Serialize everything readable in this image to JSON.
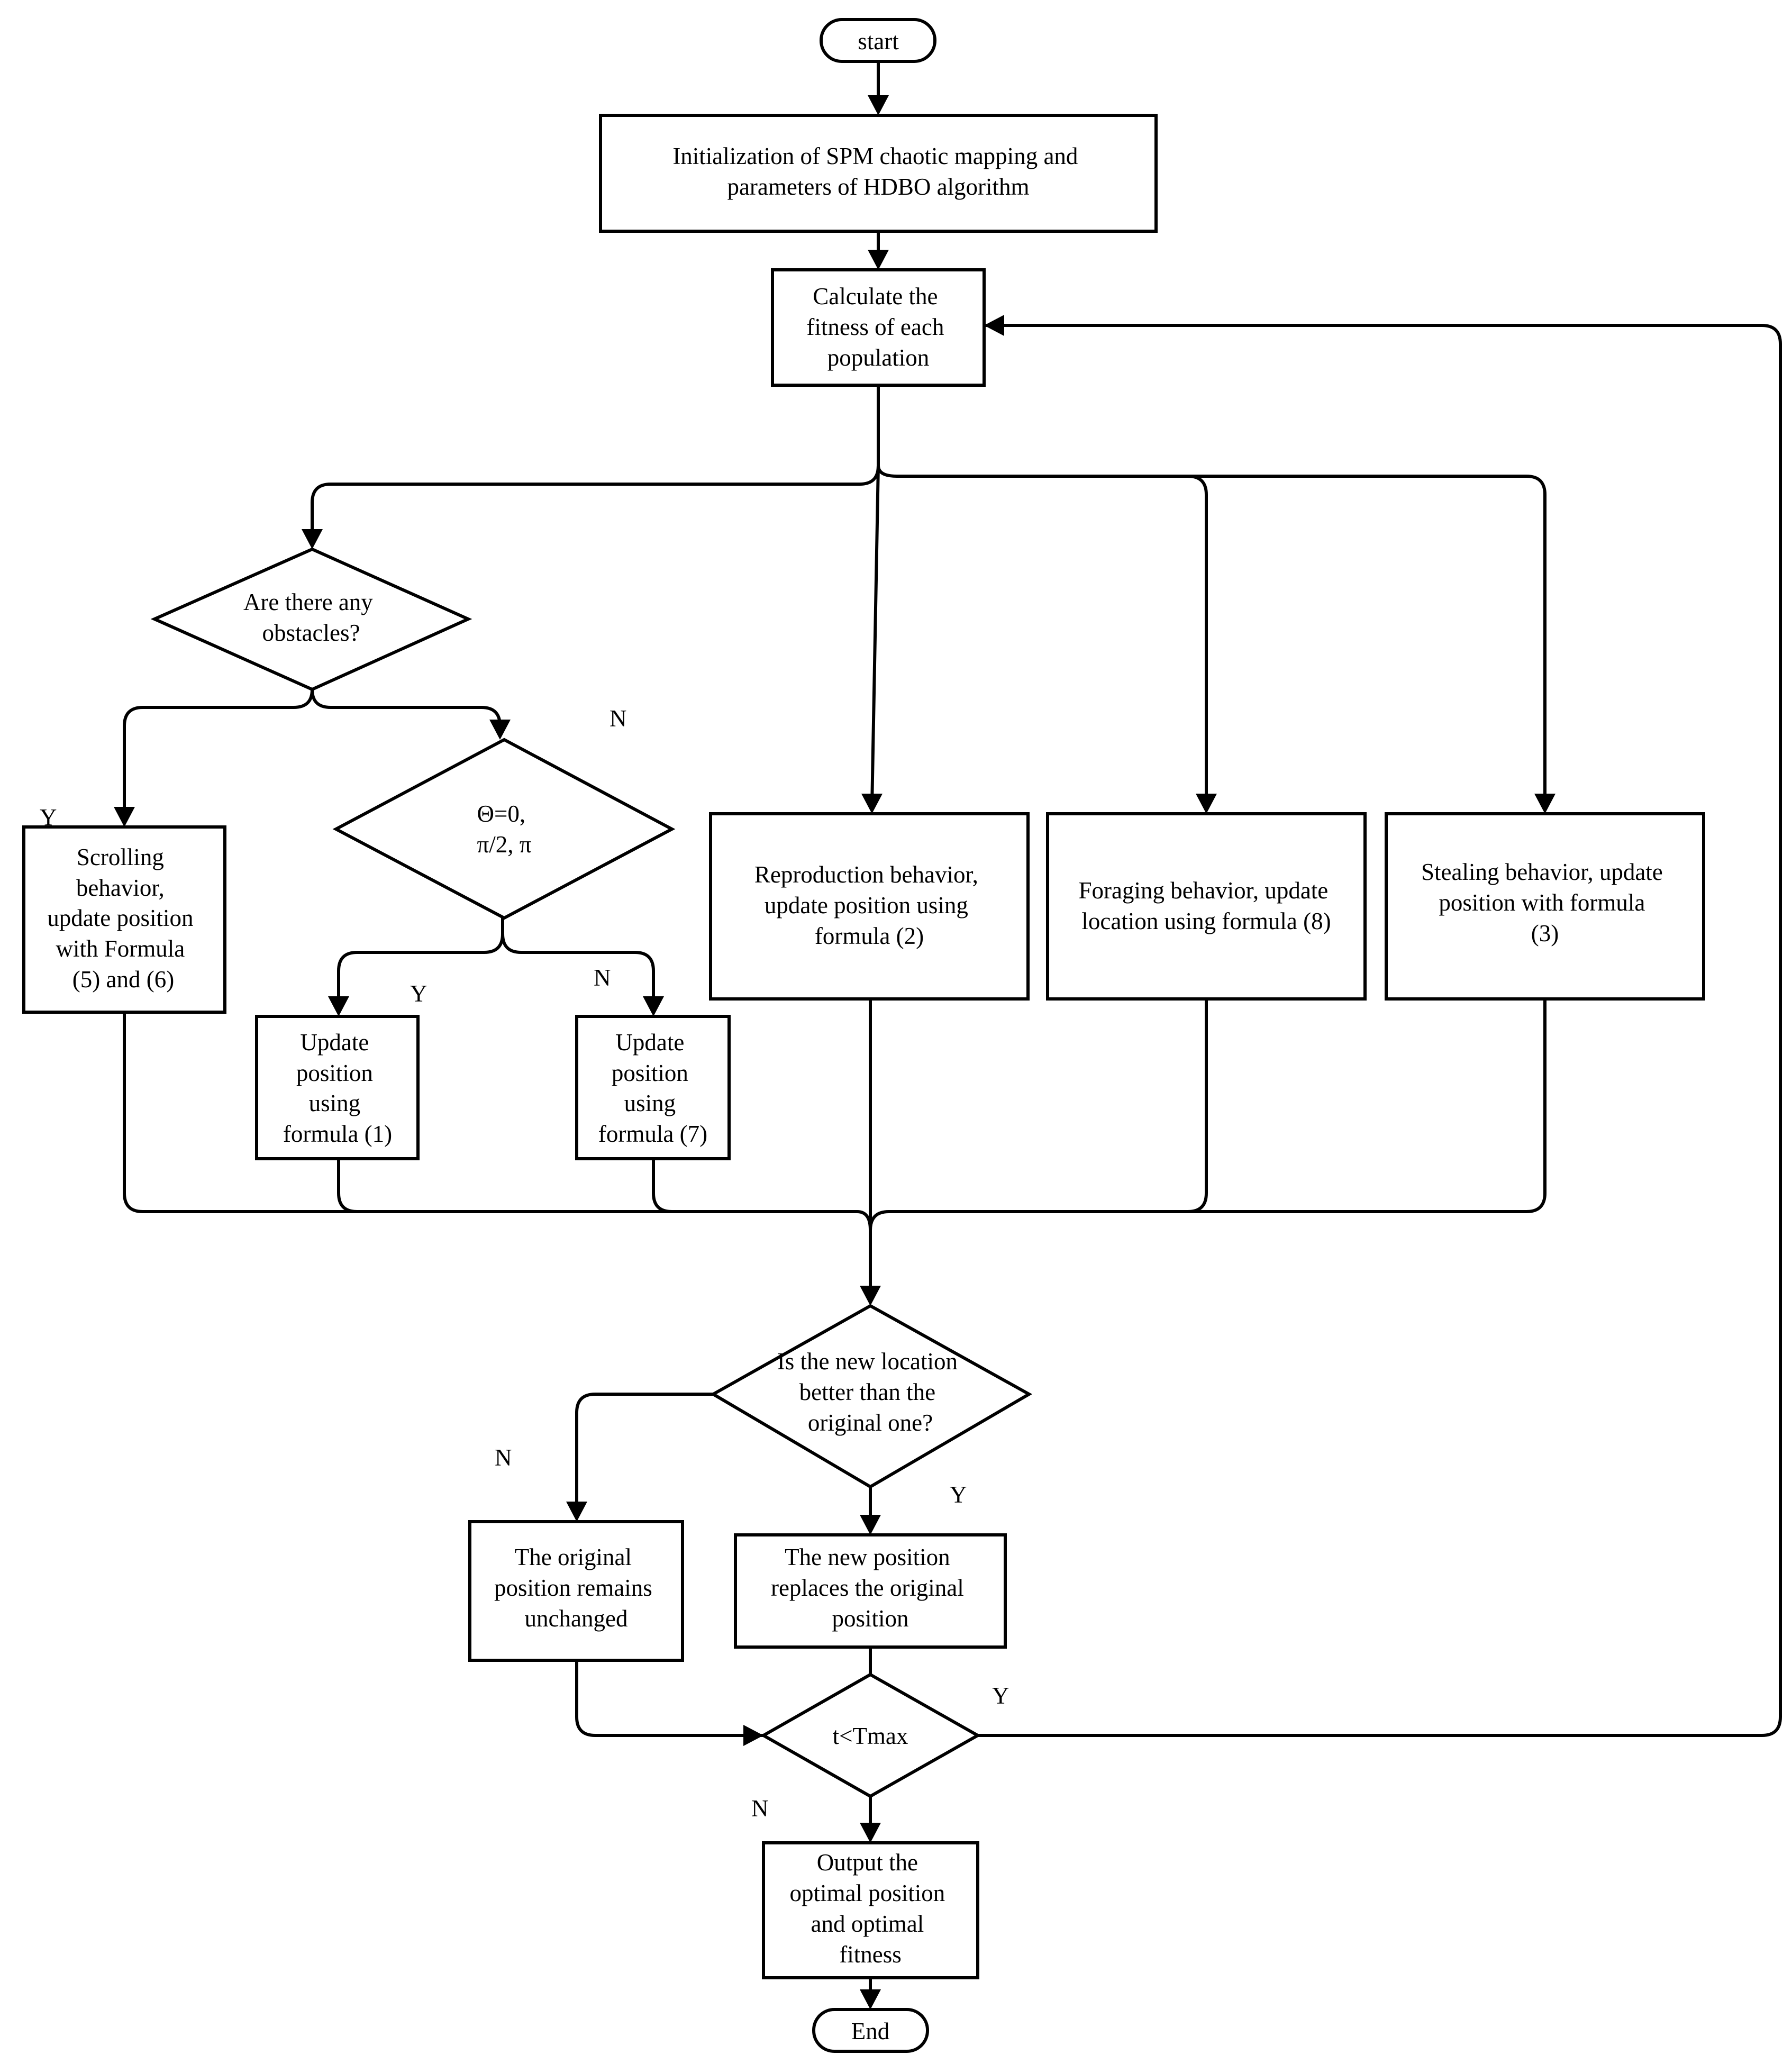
{
  "diagram": {
    "nodes": {
      "start": "start",
      "init": [
        "Initialization of SPM chaotic mapping and",
        "parameters of HDBO algorithm"
      ],
      "fitness": [
        "Calculate the",
        "fitness of each",
        "population"
      ],
      "obstacles": [
        "Are there any",
        "obstacles?"
      ],
      "theta": [
        "Θ=0,",
        "π/2, π"
      ],
      "scrolling": [
        "Scrolling",
        "behavior,",
        "update position",
        "with Formula",
        "(5) and (6)"
      ],
      "update1": [
        "Update",
        "position",
        "using",
        "formula (1)"
      ],
      "update7": [
        "Update",
        "position",
        "using",
        "formula (7)"
      ],
      "reproduction": [
        "Reproduction behavior,",
        "update position using",
        "formula (2)"
      ],
      "foraging": [
        "Foraging behavior, update",
        "location using formula (8)"
      ],
      "stealing": [
        "Stealing behavior, update",
        "position with formula",
        "(3)"
      ],
      "better": [
        "Is the new location",
        "better than the",
        "original one?"
      ],
      "unchanged": [
        "The original",
        "position remains",
        "unchanged"
      ],
      "replace": [
        "The new position",
        "replaces the original",
        "position"
      ],
      "tmax": [
        "t<Tmax"
      ],
      "output": [
        "Output the",
        "optimal position",
        "and optimal",
        "fitness"
      ],
      "end": "End"
    },
    "edge_labels": {
      "obstacles_yes": "Y",
      "obstacles_no": "N",
      "theta_yes": "Y",
      "theta_no": "N",
      "better_no": "N",
      "better_yes": "Y",
      "tmax_yes": "Y",
      "tmax_no": "N"
    }
  }
}
